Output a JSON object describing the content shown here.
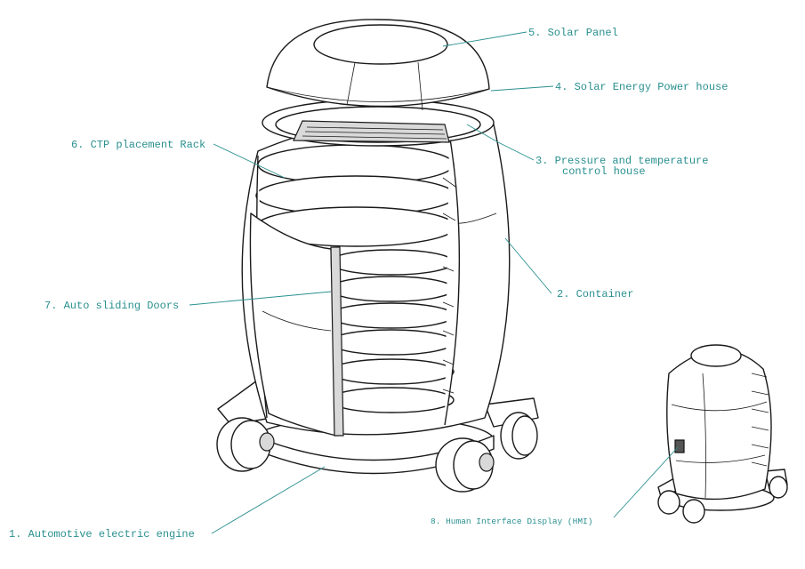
{
  "labels": {
    "solar_panel": "5. Solar Panel",
    "power_house": "4. Solar Energy Power house",
    "ctp_rack": "6. CTP placement Rack",
    "pressure_line1": "3. Pressure and temperature",
    "pressure_line2": "control house",
    "container": "2. Container",
    "sliding_doors": "7. Auto sliding Doors",
    "hmi": "8. Human Interface Display (HMI)",
    "engine": "1. Automotive electric engine"
  },
  "colors": {
    "label": "#2a8f8f",
    "ink": "#1a1a1a"
  }
}
